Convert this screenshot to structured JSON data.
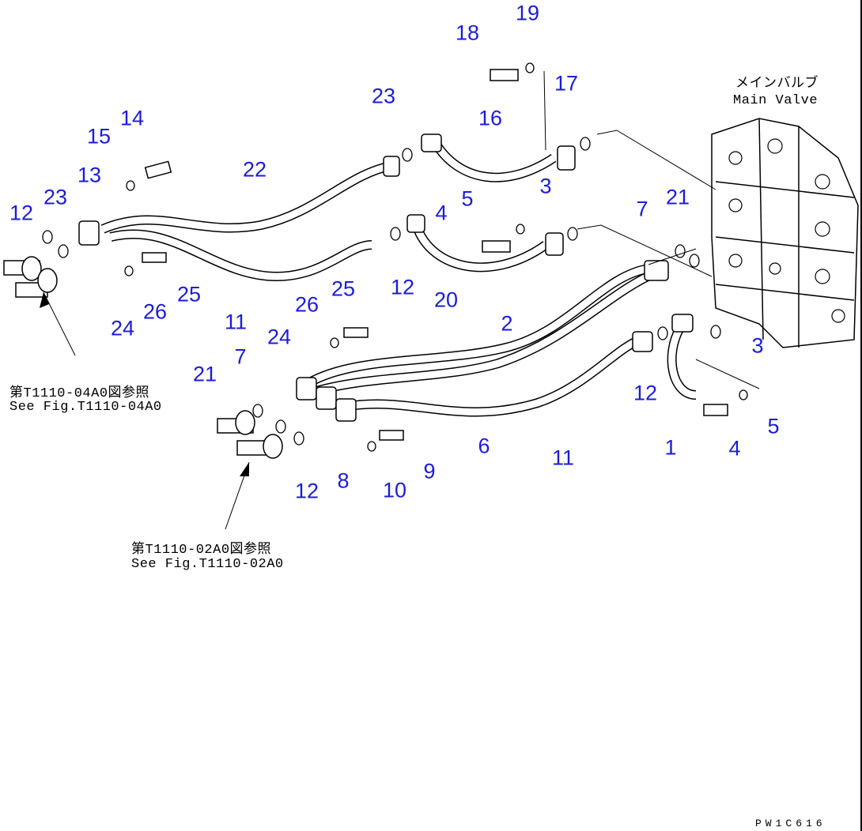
{
  "valve_label": {
    "jp": "メインバルブ",
    "en": "Main Valve"
  },
  "references": [
    {
      "jp": "第T1110-04A0図参照",
      "en": "See Fig.T1110-04A0"
    },
    {
      "jp": "第T1110-02A0図参照",
      "en": "See Fig.T1110-02A0"
    }
  ],
  "drawing_code": "PW1C616",
  "callouts": [
    "19",
    "18",
    "17",
    "23",
    "16",
    "14",
    "15",
    "13",
    "12",
    "23",
    "22",
    "3",
    "5",
    "4",
    "7",
    "21",
    "25",
    "26",
    "24",
    "11",
    "25",
    "26",
    "12",
    "20",
    "2",
    "3",
    "24",
    "7",
    "21",
    "12",
    "1",
    "4",
    "5",
    "6",
    "11",
    "9",
    "10",
    "8",
    "12"
  ],
  "colors": {
    "callout": "#1c1cd9",
    "line": "#000000"
  }
}
